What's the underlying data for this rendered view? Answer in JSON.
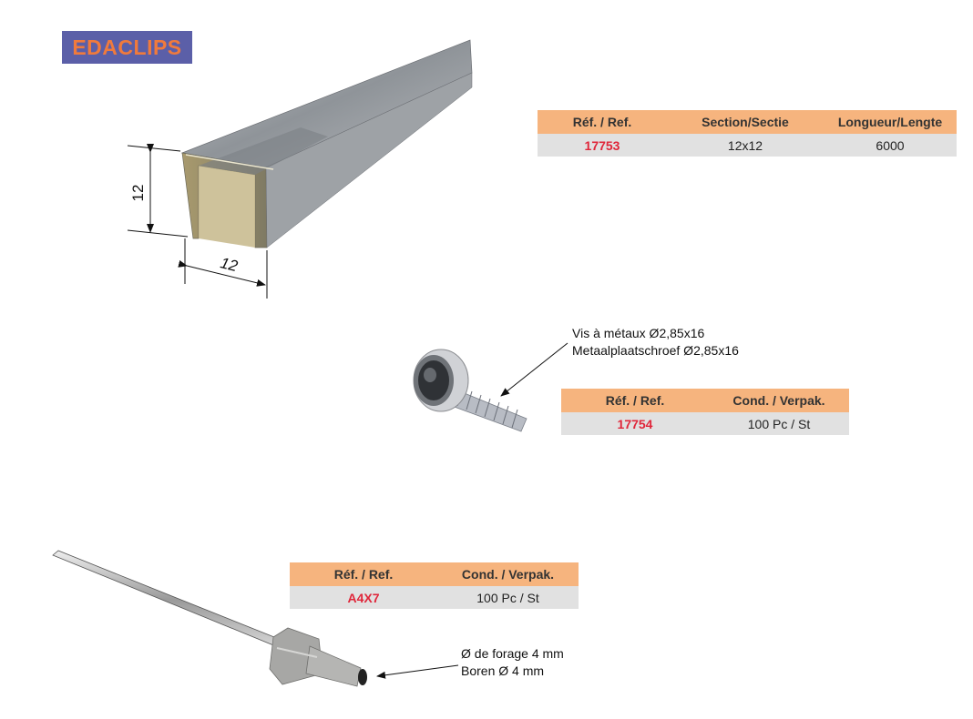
{
  "brand": "EDACLIPS",
  "profile": {
    "dim_height": "12",
    "dim_width": "12",
    "table": {
      "headers": [
        "Réf. / Ref.",
        "Section/Sectie",
        "Longueur/Lengte"
      ],
      "rows": [
        [
          "17753",
          "12x12",
          "6000"
        ]
      ]
    }
  },
  "screw": {
    "label_line1": "Vis à métaux Ø2,85x16",
    "label_line2": "Metaalplaatschroef Ø2,85x16",
    "table": {
      "headers": [
        "Réf. / Ref.",
        "Cond. / Verpak."
      ],
      "rows": [
        [
          "17754",
          "100 Pc / St"
        ]
      ]
    }
  },
  "rivet": {
    "label_line1": "Ø de forage 4 mm",
    "label_line2": "Boren Ø 4 mm",
    "table": {
      "headers": [
        "Réf. / Ref.",
        "Cond. / Verpak."
      ],
      "rows": [
        [
          "A4X7",
          "100 Pc / St"
        ]
      ]
    }
  },
  "colors": {
    "header_orange": "#f6b47e",
    "row_grey": "#e1e1e1",
    "ref_red": "#e0263a",
    "brand_bg": "#5b5fa8",
    "brand_text": "#f07a3c"
  }
}
